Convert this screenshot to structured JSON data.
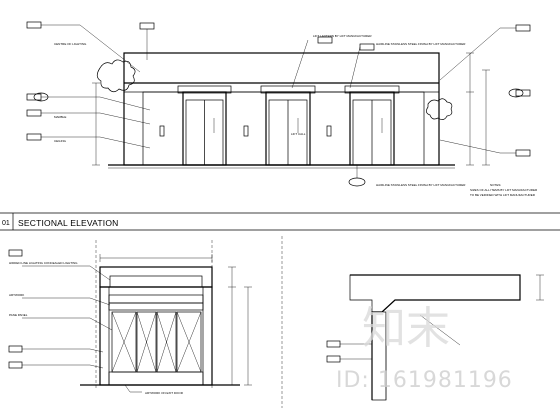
{
  "labels": {
    "lift_lantern": "LIFT LANTERN BY LIFT MANUFACTURER",
    "hairline_top": "HAIRLINE STAINLESS STEEL FINISH BY LIFT MANUFACTURER",
    "hairline_bottom": "HAIRLINE STAINLESS STEEL FINISH BY LIFT MANUFACTURER",
    "centre_lighting": "CENTRE OF LIGHTING",
    "marble": "MARBLE",
    "ceiling": "CEILING",
    "lift_call": "LIFT CALL"
  },
  "notes": {
    "heading": "NOTES:",
    "line1": "SIZES OF ALL ITEMS BY LIFT MANUFACTURER",
    "line2": "TO BE VERIFIED WITH LIFT MANUFACTURER"
  },
  "section": {
    "number": "01",
    "title": "SECTIONAL ELEVATION"
  },
  "lower_left": {
    "hidden_light": "HIDDEN LINE LIGHTING CONCEALED LIGHTING",
    "artwork": "ARTWORK",
    "pane_panel": "PANE PANEL",
    "artwork_exit": "ARTWORK ON EXIT DOOR"
  },
  "watermark": {
    "brand": "知末",
    "id": "ID: 161981196"
  }
}
